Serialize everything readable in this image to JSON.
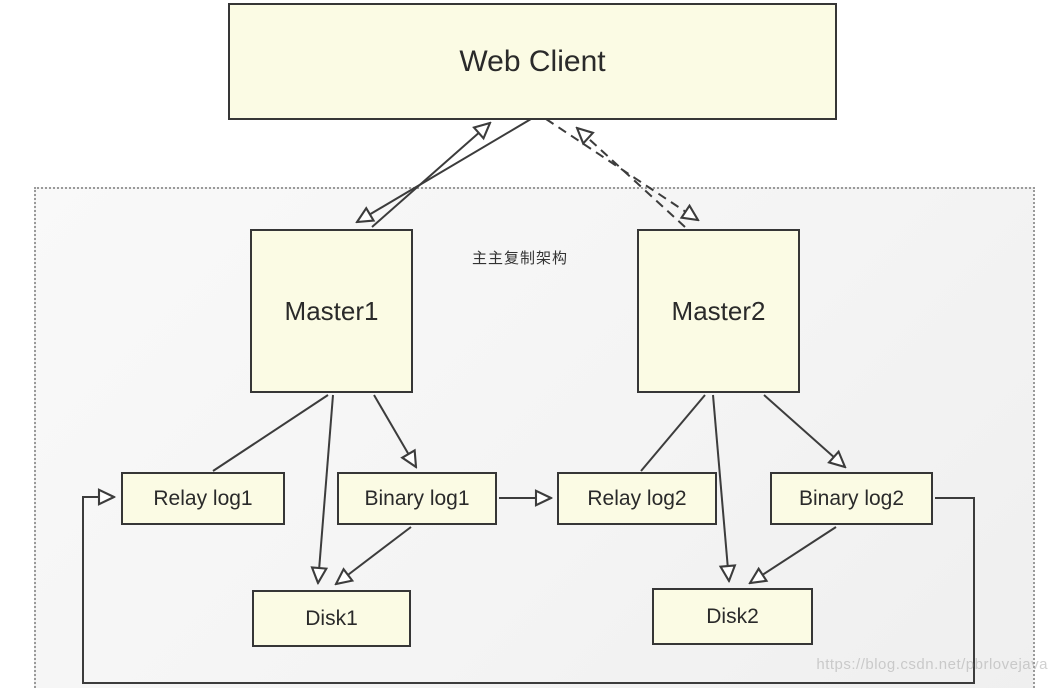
{
  "diagram": {
    "label": "主主复制架构",
    "watermark": "https://blog.csdn.net/pbrlovejava",
    "nodes": {
      "web_client": "Web Client",
      "master1": "Master1",
      "master2": "Master2",
      "relay_log1": "Relay log1",
      "binary_log1": "Binary log1",
      "relay_log2": "Relay log2",
      "binary_log2": "Binary log2",
      "disk1": "Disk1",
      "disk2": "Disk2"
    },
    "colors": {
      "node_fill": "#FBFBE4",
      "node_border": "#363636",
      "container_fill": "#F5F5F5",
      "container_border_dotted": "#9A9A9A",
      "connector_line": "#3C3C3C",
      "arrowhead_fill": "#FFFFFF",
      "watermark_text": "#AAAAAA"
    },
    "connections": [
      {
        "from": "master1",
        "to": "web_client",
        "style": "solid",
        "arrow": "open"
      },
      {
        "from": "web_client",
        "to": "master1",
        "style": "solid",
        "arrow": "open"
      },
      {
        "from": "master2",
        "to": "web_client",
        "style": "dashed",
        "arrow": "open"
      },
      {
        "from": "web_client",
        "to": "master2",
        "style": "dashed",
        "arrow": "open"
      },
      {
        "from": "master1",
        "to": "relay_log1",
        "style": "solid",
        "arrow": "none"
      },
      {
        "from": "master1",
        "to": "disk1",
        "style": "solid",
        "arrow": "open"
      },
      {
        "from": "master1",
        "to": "binary_log1",
        "style": "solid",
        "arrow": "open"
      },
      {
        "from": "master2",
        "to": "relay_log2",
        "style": "solid",
        "arrow": "none"
      },
      {
        "from": "master2",
        "to": "disk2",
        "style": "solid",
        "arrow": "open"
      },
      {
        "from": "master2",
        "to": "binary_log2",
        "style": "solid",
        "arrow": "open"
      },
      {
        "from": "binary_log1",
        "to": "relay_log2",
        "style": "solid",
        "arrow": "open"
      },
      {
        "from": "binary_log1",
        "to": "disk1",
        "style": "solid",
        "arrow": "open"
      },
      {
        "from": "binary_log2",
        "to": "disk2",
        "style": "solid",
        "arrow": "open"
      },
      {
        "from": "binary_log2",
        "to": "relay_log1",
        "style": "solid-orthogonal",
        "arrow": "open"
      }
    ]
  }
}
